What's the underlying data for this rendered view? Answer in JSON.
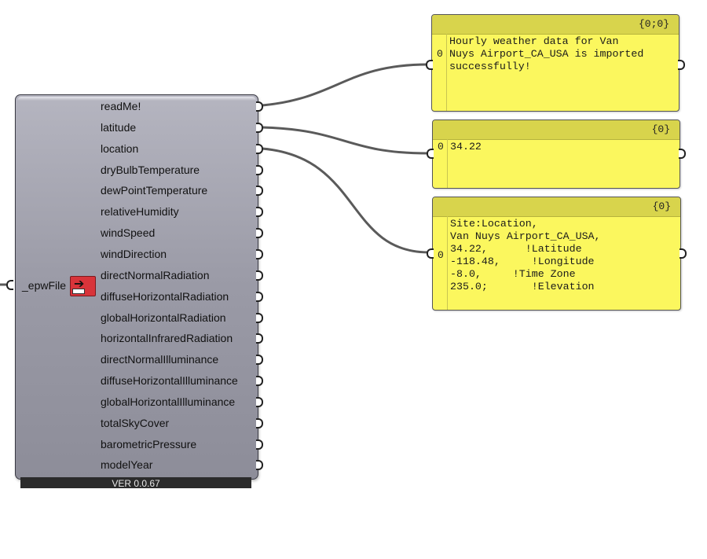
{
  "component": {
    "input_label": "_epwFile",
    "icon": "epw-import-icon",
    "outputs": [
      "readMe!",
      "latitude",
      "location",
      "dryBulbTemperature",
      "dewPointTemperature",
      "relativeHumidity",
      "windSpeed",
      "windDirection",
      "directNormalRadiation",
      "diffuseHorizontalRadiation",
      "globalHorizontalRadiation",
      "horizontalInfraredRadiation",
      "directNormalIlluminance",
      "diffuseHorizontalIlluminance",
      "globalHorizontalIlluminance",
      "totalSkyCover",
      "barometricPressure",
      "modelYear"
    ],
    "version": "VER 0.0.67"
  },
  "panels": [
    {
      "path": "{0;0}",
      "index": "0",
      "text": "Hourly weather data for Van\nNuys Airport_CA_USA is imported\nsuccessfully!"
    },
    {
      "path": "{0}",
      "index": "0",
      "text": "34.22"
    },
    {
      "path": "{0}",
      "index": "0",
      "text": "Site:Location,\nVan Nuys Airport_CA_USA,\n34.22,      !Latitude\n-118.48,     !Longitude\n-8.0,     !Time Zone\n235.0;       !Elevation"
    }
  ],
  "colors": {
    "panel_bg": "#fbf75e",
    "panel_header": "#d8d44c",
    "component_body": "#9a9aa6",
    "wire": "#555555"
  }
}
